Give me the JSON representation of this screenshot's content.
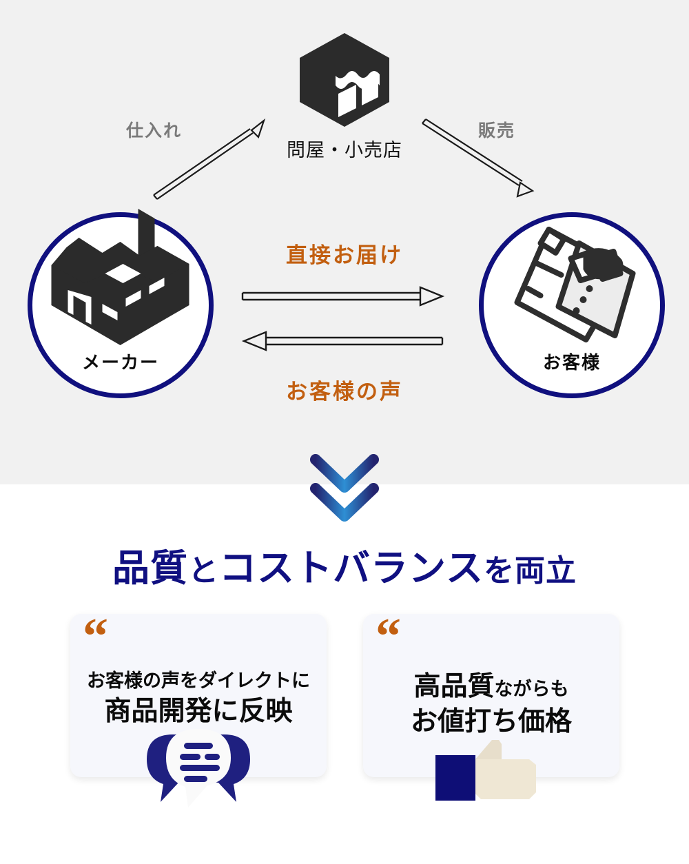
{
  "colors": {
    "panel_bg": "#f1f1f1",
    "page_bg": "#ffffff",
    "navy": "#10107e",
    "orange": "#c25f10",
    "gray_label": "#7a7a7a",
    "dark_icon": "#2b2b2b",
    "card_bg": "#f6f7fc",
    "chevron_dark": "#23236e",
    "chevron_light": "#2e8fd4",
    "thumb_cream": "#efe7d4"
  },
  "diagram": {
    "store_node": {
      "icon": "storefront-icon",
      "label": "問屋・小売店"
    },
    "maker_node": {
      "icon": "factory-icon",
      "label": "メーカー"
    },
    "customer_node": {
      "icon": "folded-clothes-icon",
      "label": "お客様"
    },
    "arrows": {
      "supply_label": "仕入れ",
      "sales_label": "販売",
      "direct_delivery_label": "直接お届け",
      "customer_voice_label": "お客様の声"
    }
  },
  "chevron": {
    "icon": "double-chevron-down-icon"
  },
  "headline": {
    "part1": "品質",
    "part2": "と",
    "part3": "コストバランス",
    "part4": "を両立"
  },
  "cards": [
    {
      "quote_mark": "“",
      "line1": "お客様の声をダイレクトに",
      "line2": "商品開発に反映",
      "icon": "speech-bubbles-icon"
    },
    {
      "quote_mark": "“",
      "line1_strong": "高品質",
      "line1_weak": "ながらも",
      "line2": "お値打ち価格",
      "icon": "thumbs-up-icon"
    }
  ]
}
